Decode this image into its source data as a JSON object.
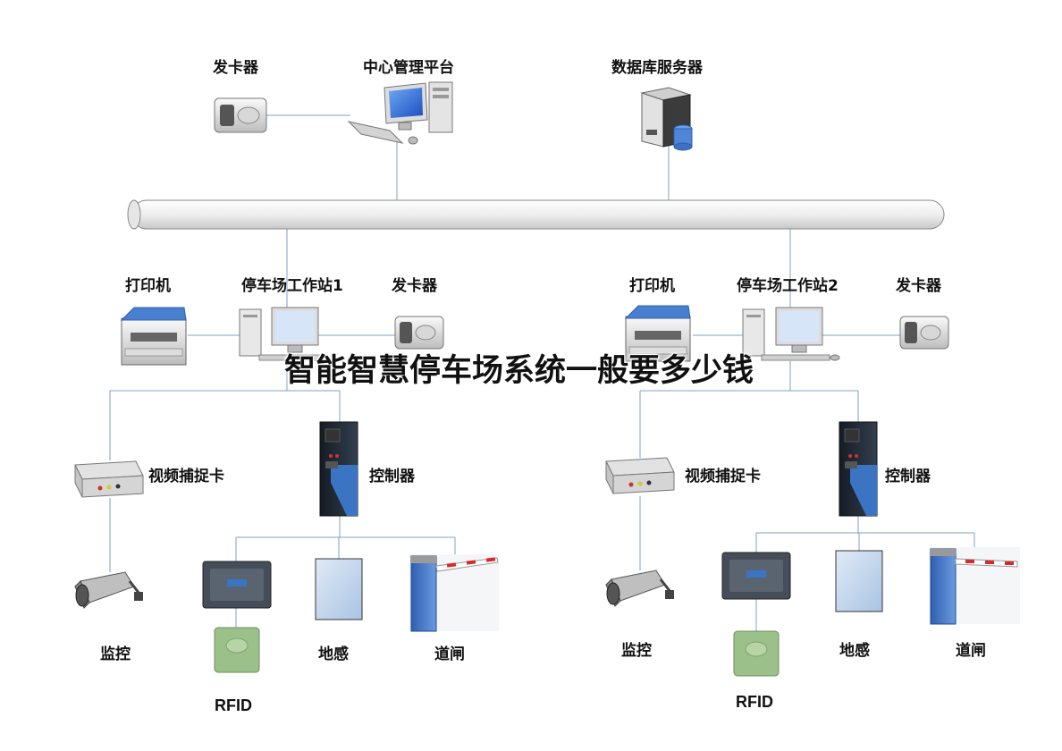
{
  "top": {
    "card_issuer": "发卡器",
    "central_platform": "中心管理平台",
    "db_server": "数据库服务器"
  },
  "left_station": {
    "printer": "打印机",
    "workstation": "停车场工作站1",
    "card_issuer": "发卡器",
    "video_capture": "视频捕捉卡",
    "controller": "控制器",
    "camera": "监控",
    "rfid": "RFID",
    "ground_sensor": "地感",
    "barrier_gate": "道闸"
  },
  "right_station": {
    "printer": "打印机",
    "workstation": "停车场工作站2",
    "card_issuer": "发卡器",
    "video_capture": "视频捕捉卡",
    "controller": "控制器",
    "camera": "监控",
    "rfid": "RFID",
    "ground_sensor": "地感",
    "barrier_gate": "道闸"
  },
  "overlay_title": "智能智慧停车场系统一般要多少钱",
  "colors": {
    "line": "#7ea2c6",
    "bus_fill": "#efefef",
    "device_gray": "#c9c9c9",
    "screen_blue": "#2a6fdb",
    "controller_dark": "#1f2a36",
    "controller_blue": "#3a74c2",
    "sensor_fill": "#c9dcf0",
    "barrier_red": "#d52b2b",
    "rfid_green": "#9cc08a"
  }
}
